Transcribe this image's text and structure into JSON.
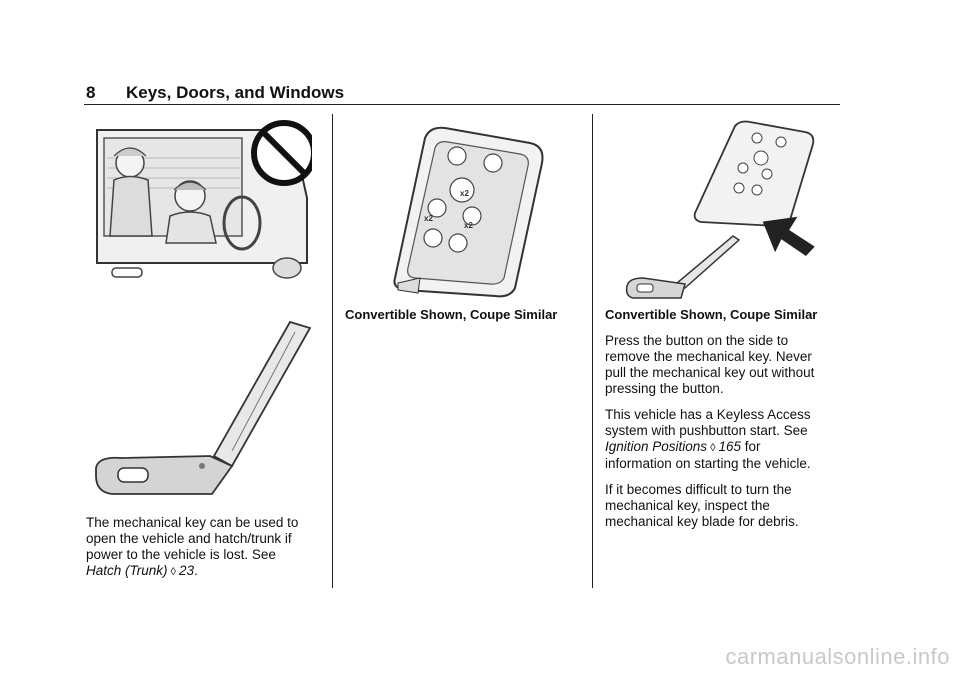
{
  "header": {
    "page_number": "8",
    "section_title": "Keys, Doors, and Windows"
  },
  "col1": {
    "paragraph_line1": "The mechanical key can be used to",
    "paragraph_line2": "open the vehicle and hatch/trunk if",
    "paragraph_line3": "power to the vehicle is lost. See",
    "xref_title": "Hatch (Trunk)",
    "xref_arrow": "◊",
    "xref_page": "23",
    "xref_end": "."
  },
  "col2": {
    "caption": "Convertible Shown, Coupe Similar"
  },
  "col3": {
    "caption": "Convertible Shown, Coupe Similar",
    "p1_line1": "Press the button on the side to",
    "p1_line2": "remove the mechanical key. Never",
    "p1_line3": "pull the mechanical key out without",
    "p1_line4": "pressing the button.",
    "p2_line1": "This vehicle has a Keyless Access",
    "p2_line2": "system with pushbutton start. See",
    "p2_xref_title": "Ignition Positions",
    "p2_xref_arrow": "◊",
    "p2_xref_page": "165",
    "p2_xref_after": "for",
    "p2_line4": "information on starting the vehicle.",
    "p3_line1": "If it becomes difficult to turn the",
    "p3_line2": "mechanical key, inspect the",
    "p3_line3": "mechanical key blade for debris."
  },
  "watermark": "carmanualsonline.info"
}
